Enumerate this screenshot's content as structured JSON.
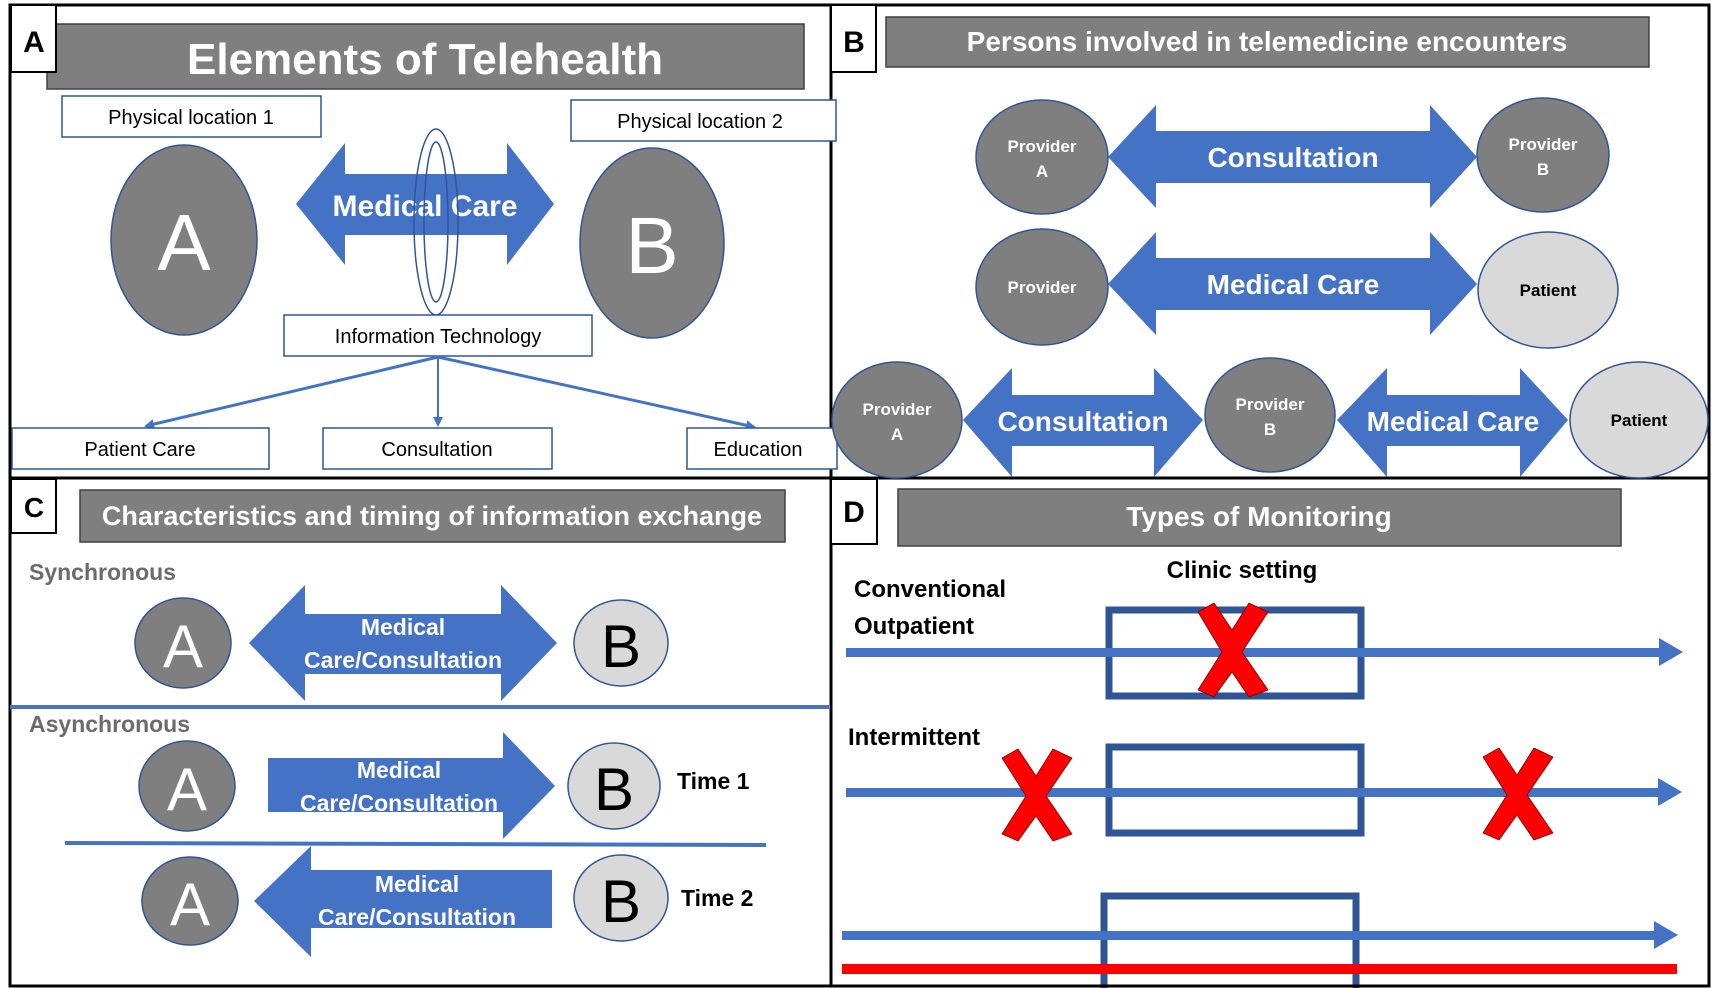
{
  "colors": {
    "title_bar": "#7f7f7f",
    "arrow_blue": "#4472c4",
    "box_border_blue": "#2f5597",
    "dark_circle": "#7f7f7f",
    "light_circle": "#d9d9d9",
    "red_mark": "#ff0000",
    "section_label_gray": "#6b6b6b"
  },
  "panel_a": {
    "label": "A",
    "title": "Elements of Telehealth",
    "location1": "Physical location 1",
    "location2": "Physical location 2",
    "node_a": "A",
    "node_b": "B",
    "arrow_label": "Medical Care",
    "hub": "Information Technology",
    "outputs": [
      "Patient Care",
      "Consultation",
      "Education"
    ]
  },
  "panel_b": {
    "label": "B",
    "title": "Persons involved in telemedicine encounters",
    "rows": [
      {
        "left": [
          "Provider",
          "A"
        ],
        "arrow": "Consultation",
        "right": [
          "Provider",
          "B"
        ]
      },
      {
        "left": [
          "Provider"
        ],
        "arrow": "Medical Care",
        "right": [
          "Patient"
        ]
      },
      {
        "nodes": [
          [
            "Provider",
            "A"
          ],
          [
            "Provider",
            "B"
          ],
          [
            "Patient"
          ]
        ],
        "arrows": [
          "Consultation",
          "Medical Care"
        ]
      }
    ]
  },
  "panel_c": {
    "label": "C",
    "title": "Characteristics and timing of information exchange",
    "sync_label": "Synchronous",
    "async_label": "Asynchronous",
    "node_a": "A",
    "node_b": "B",
    "arrow_line1": "Medical",
    "arrow_line2": "Care/Consultation",
    "time1": "Time 1",
    "time2": "Time 2"
  },
  "panel_d": {
    "label": "D",
    "title": "Types of Monitoring",
    "clinic_label": "Clinic setting",
    "row1_label_line1": "Conventional",
    "row1_label_line2": "Outpatient",
    "row2_label": "Intermittent",
    "row3_label": ""
  }
}
